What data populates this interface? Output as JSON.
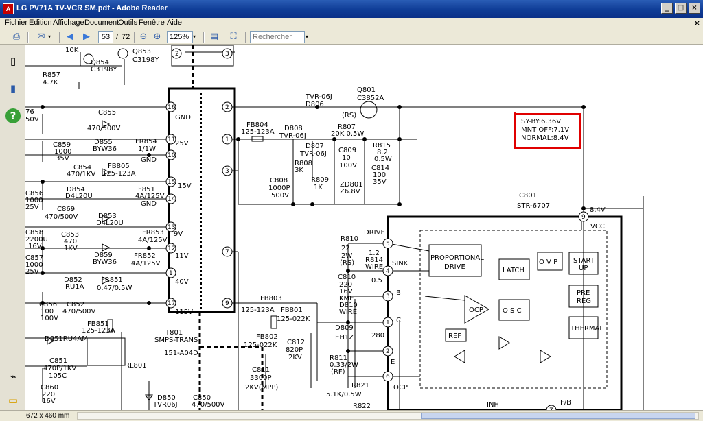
{
  "window": {
    "title": "LG PV71A TV-VCR SM.pdf - Adobe Reader",
    "app_icon": "adobe-reader-icon",
    "controls": {
      "minimize": "_",
      "maximize": "□",
      "close": "×"
    }
  },
  "menubar": {
    "items": [
      "Fichier",
      "Edition",
      "Affichage",
      "Document",
      "Outils",
      "Fenêtre",
      "Aide"
    ],
    "close_glyph": "×"
  },
  "toolbar": {
    "page_current": "53",
    "page_separator": "/",
    "page_total": "72",
    "zoom": "125%",
    "search_placeholder": "Rechercher",
    "icons": [
      "print-icon",
      "email-icon",
      "previous-page-icon",
      "next-page-icon",
      "zoom-out-icon",
      "zoom-in-icon",
      "fit-page-icon",
      "full-screen-icon"
    ]
  },
  "navpane": {
    "icons": [
      "pages-icon",
      "bookmarks-icon",
      "help-icon",
      "attachments-icon",
      "comments-icon"
    ]
  },
  "statusbar": {
    "page_size": "672 x 460 mm"
  },
  "schematic": {
    "annotation": [
      "SY-BY:6.36V",
      "MNT OFF:7.1V",
      "NORMAL:8.4V"
    ],
    "annotation_color": "#e00000",
    "labels": {
      "q853": "Q853",
      "q853_type": "C3198Y",
      "q854": "Q854",
      "q854_type": "C3198Y",
      "r10k": "10K",
      "r857": "R857",
      "r857_val": "4.7K",
      "q801": "Q801",
      "q801_type": "C3852A",
      "tvr06j": "TVR-06J",
      "d806": "D806",
      "c855": "C855",
      "c855_val": "470/500V",
      "d855": "D855",
      "d855_type": "BYW36",
      "fr854": "FR854",
      "fr854_val": "1/1W",
      "c859": "C859",
      "c859_a": "1000",
      "c859_b": "35V",
      "c854": "C854",
      "c854_val": "470/1KV",
      "fb805": "FB805",
      "fb805_val": "125-123A",
      "d854": "D854",
      "d854_type": "D4L20U",
      "f851": "F851",
      "f851_val": "4A/125V",
      "c856": "C856",
      "c856_a": "1000",
      "c856_b": "25V",
      "c869": "C869",
      "c869_val": "470/500V",
      "d853": "D853",
      "d853_type": "D4L20U",
      "c858": "C858",
      "c858_a": "2200U",
      "c858_b": "16V",
      "c853": "C853",
      "c853_a": "470",
      "c853_b": "1KV",
      "fr853": "FR853",
      "fr853_val": "4A/125V",
      "d859": "D859",
      "d859_type": "BYW36",
      "fr852": "FR852",
      "fr852_val": "4A/125V",
      "c857": "C857",
      "c857_a": "1000",
      "c857_b": "25V",
      "d852": "D852",
      "d852_type": "RU1A",
      "fr851": "FR851",
      "fr851_val": "0.47/0.5W",
      "c856b": "C856",
      "c856b_a": "100",
      "c856b_b": "100V",
      "c852": "C852",
      "c852_val": "470/500V",
      "d851": "D851RU4AM",
      "c851": "C851",
      "c851_a": "470P/1KV",
      "c851_b": "105C",
      "c860": "C860",
      "c860_a": "220",
      "c860_b": "16V",
      "rl801": "RL801",
      "d850": "D850",
      "d850_type": "TVR06J",
      "c850": "C850",
      "c850_val": "470/500V",
      "fb851": "FB851",
      "fb851_val": "125-123A",
      "t801": "T801",
      "t801_type": "SMPS-TRANS",
      "t801_part": "151-A04D",
      "gnd": "GND",
      "v25": "25V",
      "v15": "15V",
      "v9": "9V",
      "v11": "11V",
      "v40": "40V",
      "v115": "115V",
      "fb804": "FB804",
      "fb804_val": "125-123A",
      "d808": "D808",
      "d808_type": "TVR-06J",
      "d807": "D807",
      "d807_type": "TVR-06J",
      "r807": "R807",
      "r807_val": "20K 0.5W",
      "rs": "(RS)",
      "c809": "C809",
      "c809_a": "10",
      "c809_b": "100V",
      "r815": "R815",
      "r815_a": "8.2",
      "r815_b": "0.5W",
      "c814": "C814",
      "c814_a": "100",
      "c814_b": "35V",
      "r808": "R808",
      "r808_val": "3K",
      "c808": "C808",
      "c808_a": "1000P",
      "c808_b": "500V",
      "r809": "R809",
      "r809_val": "1K",
      "zd801": "ZD801",
      "zd801_val": "Z6.8V",
      "ic801": "IC801",
      "ic801_type": "STR-6707",
      "r810": "R810",
      "r810_a": "22",
      "r810_b": "2W",
      "r810_c": "(RS)",
      "r814": "R814",
      "r814_wire": "WIRE",
      "r814_val": "1.2",
      "r814_b": "0.5",
      "c810": "C810",
      "c810_a": "220",
      "c810_b": "16V",
      "c810_c": "KME",
      "d810": "D810",
      "d810_type": "WIRE",
      "d809": "D809",
      "d809_type": "EH1Z",
      "r280": "280",
      "fb803": "FB803",
      "fb803_val": "125-123A",
      "fb801": "FB801",
      "fb801_val": "125-022K",
      "fb802": "FB802",
      "fb802_val": "125-022K",
      "c812": "C812",
      "c812_a": "820P",
      "c812_b": "2KV",
      "c811": "C811",
      "c811_a": "3300P",
      "c811_b": "2KV(MPP)",
      "r811": "R811",
      "r811_a": "0.33/2W",
      "r811_b": "(RF)",
      "r821": "R821",
      "r821_val": "5.1K/0.5W",
      "r822": "R822",
      "drive": "DRIVE",
      "sink": "SINK",
      "b": "B",
      "c": "C",
      "e": "E",
      "ocp": "OCP",
      "inh": "INH",
      "fb": "F/B",
      "vcc": "VCC",
      "v84": "8.4V",
      "blk_prop": "PROPORTIONAL",
      "blk_drive": "DRIVE",
      "blk_latch": "LATCH",
      "blk_ovp": "O V P",
      "blk_start": "START",
      "blk_up": "UP",
      "blk_pre": "PRE",
      "blk_reg": "REG",
      "blk_thermal": "THERMAL",
      "blk_ocp": "OCP",
      "blk_osc": "O S C",
      "blk_ref": "REF",
      "pin_16": "16",
      "pin_11": "11",
      "pin_10": "10",
      "pin_15": "15",
      "pin_14": "14",
      "pin_13": "13",
      "pin_12": "12",
      "pin_1": "1",
      "pin_17": "17",
      "pin_2": "2",
      "pin_1b": "1",
      "pin_3": "3",
      "pin_7": "7",
      "pin_9": "9",
      "ic_5": "5",
      "ic_4": "4",
      "ic_3": "3",
      "ic_1": "1",
      "ic_2": "2",
      "ic_6": "6",
      "ic_9": "9",
      "ic_7": "7",
      "q_2": "2",
      "q_3": "3",
      "r76": "76",
      "r50v": "50V"
    }
  }
}
